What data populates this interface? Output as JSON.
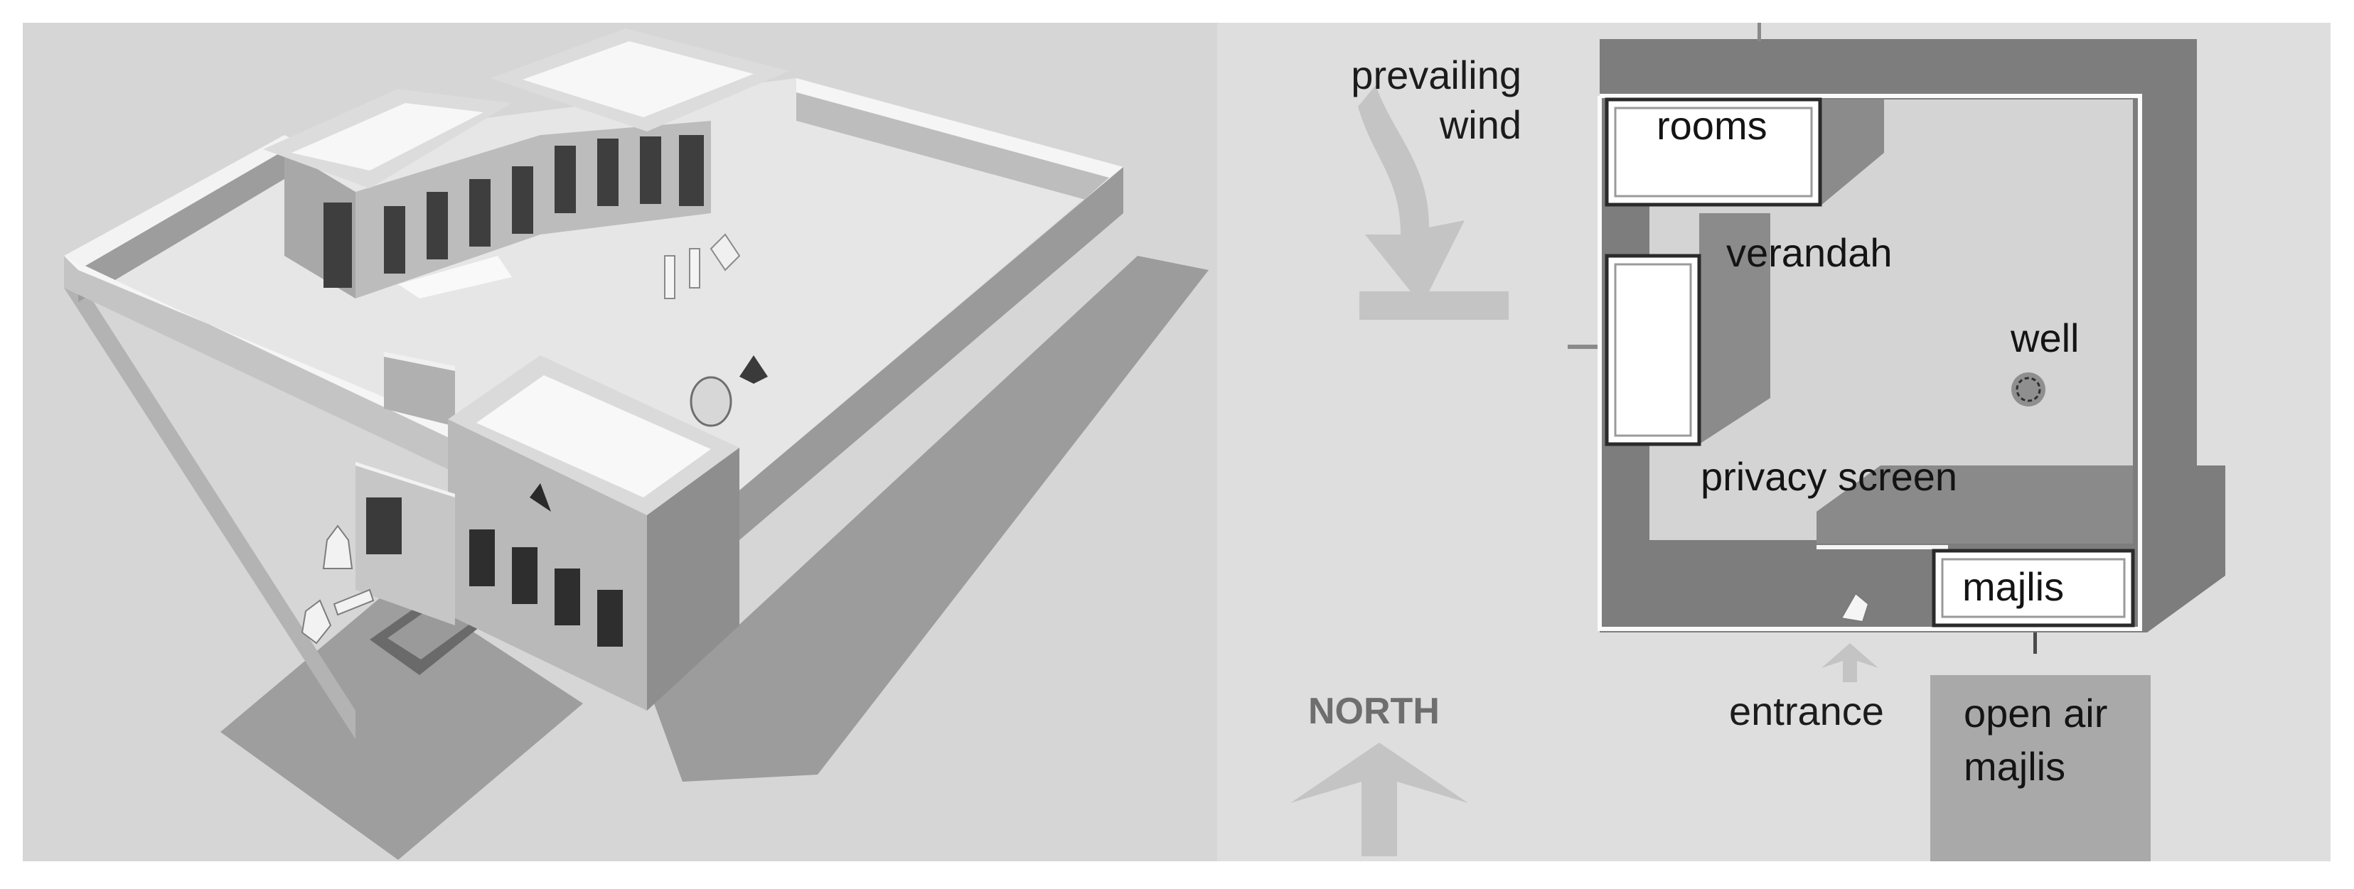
{
  "plan_labels": {
    "prevailing_wind_line1": "prevailing",
    "prevailing_wind_line2": "wind",
    "rooms": "rooms",
    "verandah": "verandah",
    "well": "well",
    "privacy_screen": "privacy screen",
    "majlis": "majlis",
    "entrance": "entrance",
    "open_air_majlis_line1": "open air",
    "open_air_majlis_line2": "majlis",
    "north": "NORTH"
  },
  "colors": {
    "background": "#dddddd",
    "wall_dark": "#7a7a7a",
    "wall_light": "#b9b9b9",
    "roof_light": "#f2f2f2",
    "arrow": "#c4c4c4",
    "open_air_majlis_fill": "#a9a9a9"
  }
}
